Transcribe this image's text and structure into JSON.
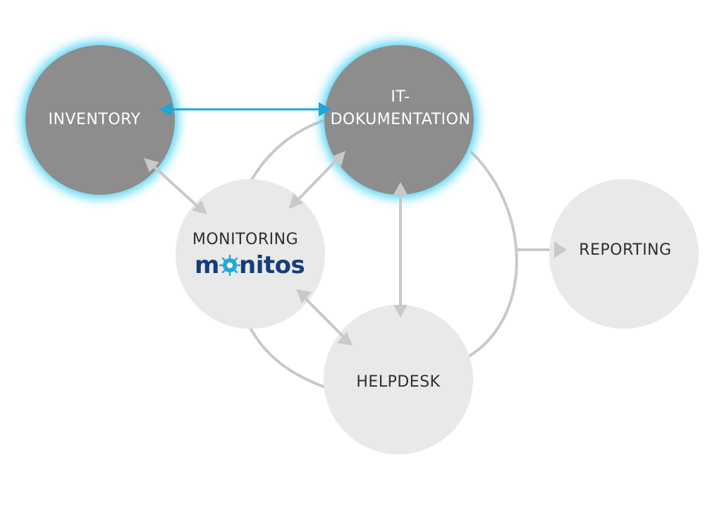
{
  "nodes": {
    "inventory": {
      "label": "INVENTORY"
    },
    "it_dokumentation": {
      "label_line1": "IT-",
      "label_line2": "DOKUMENTATION"
    },
    "monitoring": {
      "label": "MONITORING",
      "logo_text_1": "m",
      "logo_text_2": "nitos"
    },
    "reporting": {
      "label": "REPORTING"
    },
    "helpdesk": {
      "label": "HELPDESK"
    }
  },
  "colors": {
    "dark_node": "#8d8d8d",
    "light_node": "#e9e9e9",
    "glow": "#4fd3f2",
    "highlight_arrow": "#1ba7d8",
    "connector": "#c9c9c9",
    "dark_text": "#ffffff",
    "light_text": "#2e2e2e",
    "logo_blue": "#163d7a",
    "logo_accent": "#25a9d9"
  }
}
